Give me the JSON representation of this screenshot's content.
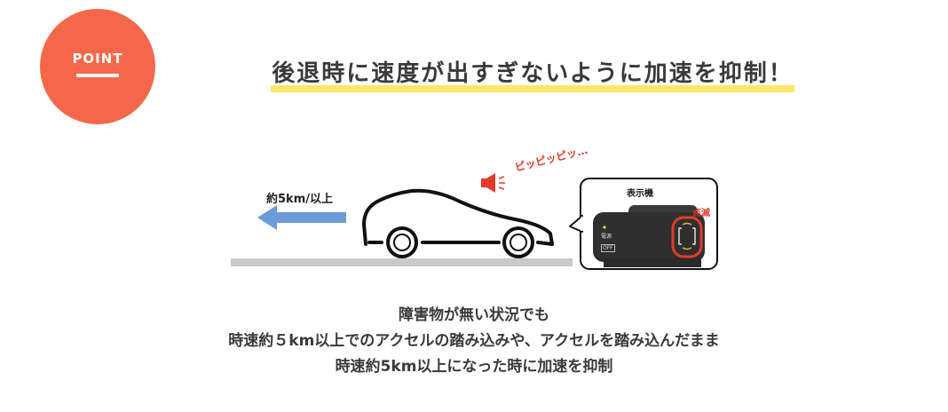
{
  "badge": {
    "label": "POINT"
  },
  "headline": "後退時に速度が出すぎないように加速を抑制！",
  "illustration": {
    "speed_label": "約5km/以上",
    "beep": "ピッピッピッ…",
    "display_title": "表示機",
    "blink_label": "点滅",
    "power_label": "電源",
    "off_label": "OFF"
  },
  "description": {
    "line1": "障害物が無い状況でも",
    "line2": "時速約５km以上でのアクセルの踏み込みや、アクセルを踏み込んだまま",
    "line3": "時速約5km以上になった時に加速を抑制"
  },
  "colors": {
    "accent": "#f5674a",
    "highlight": "#fbe86a",
    "arrow": "#6b9bd8",
    "alert": "#e23b2c"
  }
}
